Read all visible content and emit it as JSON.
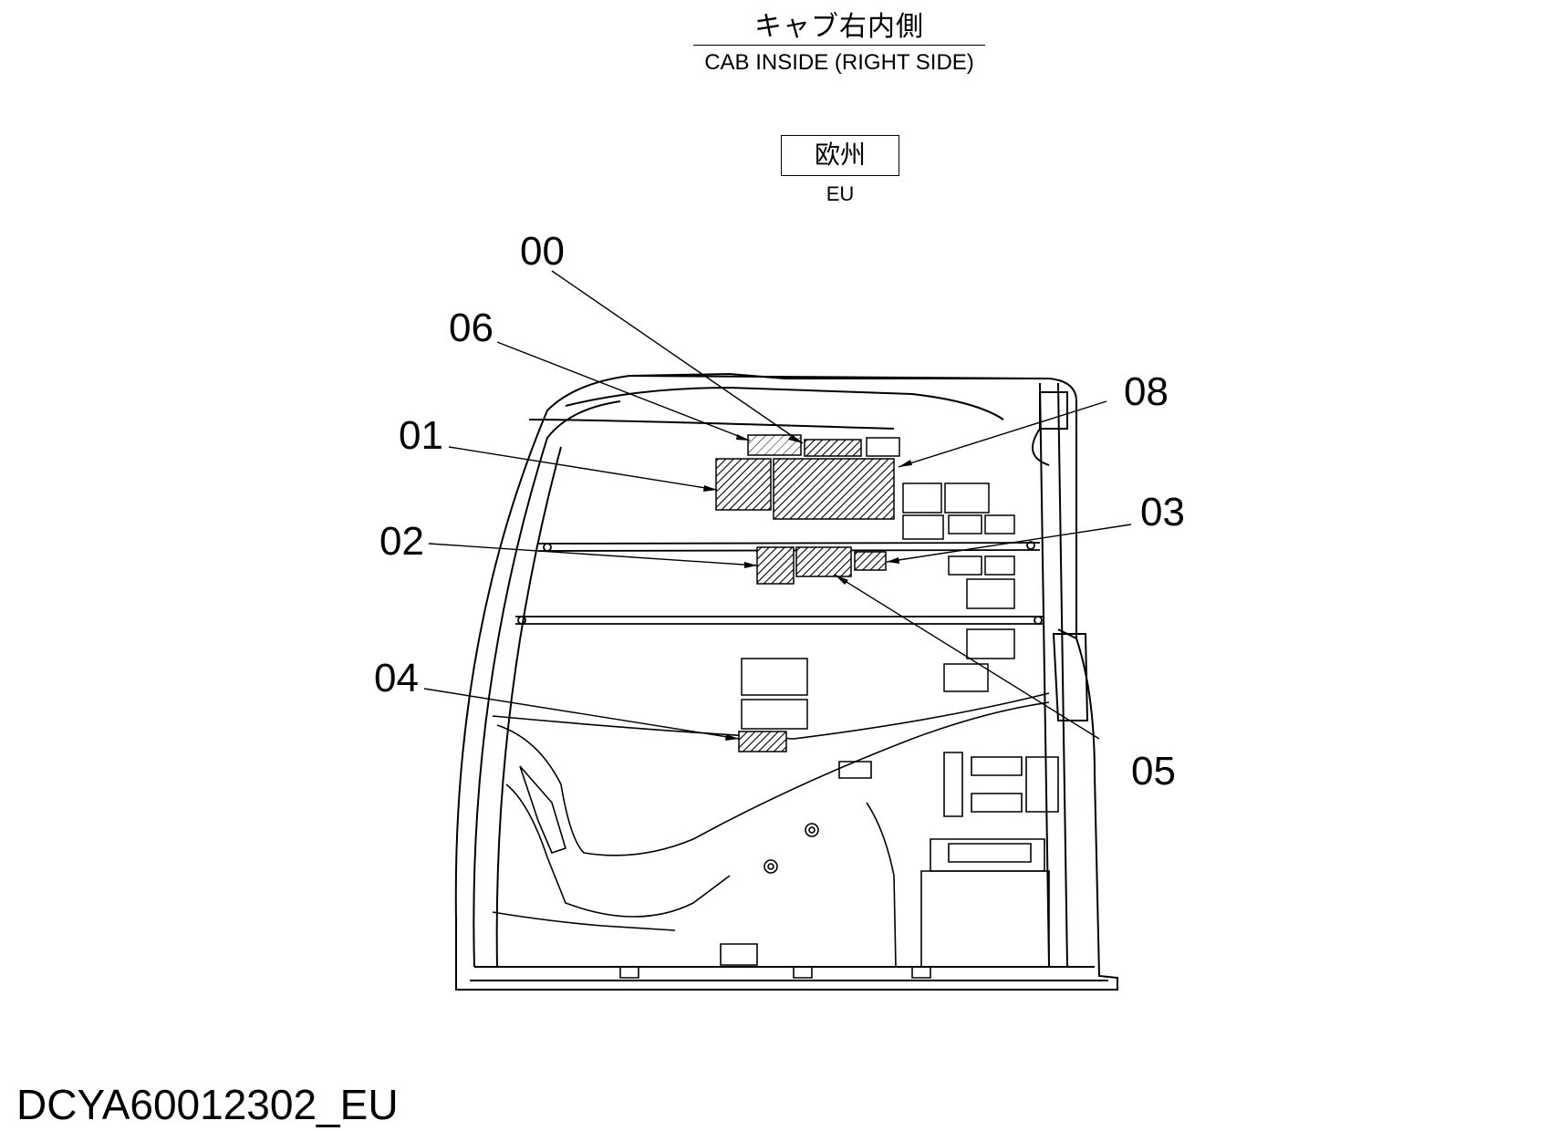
{
  "header": {
    "title_jp": "キャブ右内側",
    "title_en": "CAB INSIDE (RIGHT SIDE)"
  },
  "region": {
    "label_jp": "欧州",
    "label_en": "EU"
  },
  "callouts": {
    "c00": "00",
    "c06": "06",
    "c01": "01",
    "c02": "02",
    "c04": "04",
    "c08": "08",
    "c03": "03",
    "c05": "05"
  },
  "footer": {
    "doc_number": "DCYA60012302_EU"
  }
}
